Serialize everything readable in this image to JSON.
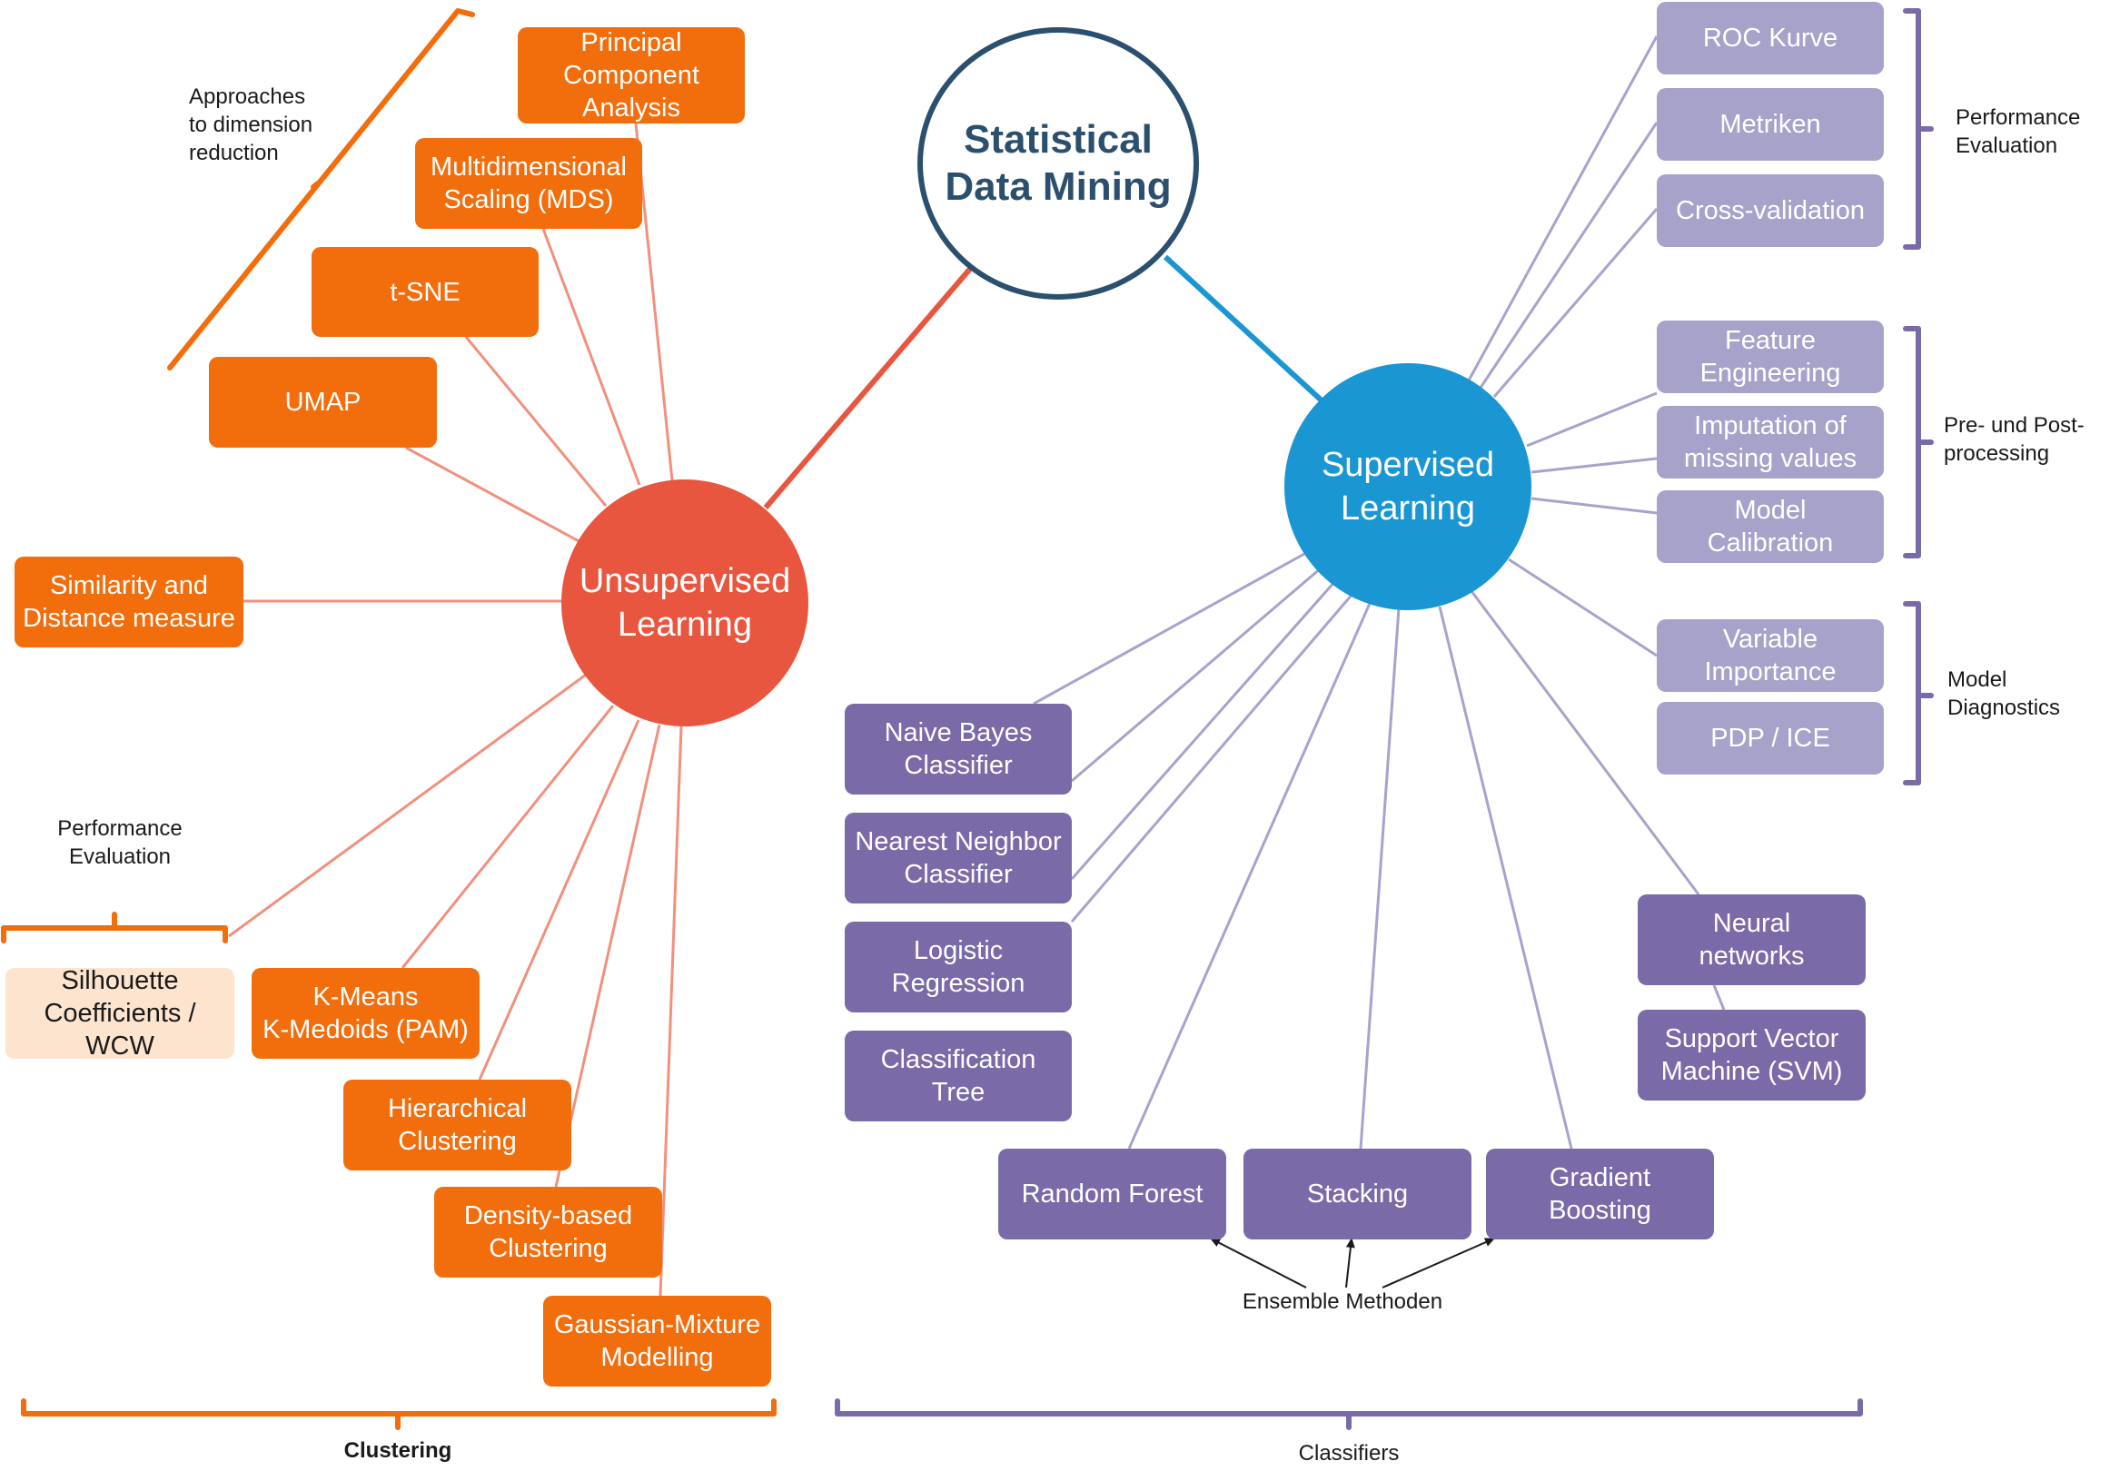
{
  "root": {
    "title": "Statistical\nData Mining",
    "color": "#2b4f6e"
  },
  "unsupervised": {
    "title": "Unsupervised\nLearning",
    "color": "#e85640",
    "box_color": "#f26d0c",
    "items": [
      "Principal\nComponent\nAnalysis",
      "Multidimensional\nScaling (MDS)",
      "t-SNE",
      "UMAP",
      "Similarity and\nDistance measure",
      "K-Means\nK-Medoids (PAM)",
      "Hierarchical\nClustering",
      "Density-based\nClustering",
      "Gaussian-Mixture\nModelling"
    ],
    "performance_item": "Silhouette\nCoefficients /\nWCW"
  },
  "supervised": {
    "title": "Supervised\nLearning",
    "color": "#1a96d2",
    "classifier_color": "#7a6ba8",
    "helper_color": "#a7a2c9",
    "classifiers": [
      "Naive Bayes\nClassifier",
      "Nearest Neighbor\nClassifier",
      "Logistic\nRegression",
      "Classification\nTree",
      "Random Forest",
      "Stacking",
      "Gradient\nBoosting",
      "Neural\nnetworks",
      "Support Vector\nMachine (SVM)"
    ],
    "performance": [
      "ROC Kurve",
      "Metriken",
      "Cross-validation"
    ],
    "processing": [
      "Feature\nEngineering",
      "Imputation of\nmissing values",
      "Model\nCalibration"
    ],
    "diagnostics": [
      "Variable\nImportance",
      "PDP / ICE"
    ]
  },
  "labels": {
    "dim_reduction": "Approaches\nto dimension\nreduction",
    "unsup_performance": "Performance\nEvaluation",
    "clustering": "Clustering",
    "classifiers": "Classifiers",
    "ensemble": "Ensemble Methoden",
    "sup_performance": "Performance\nEvaluation",
    "processing": "Pre- und Post-\nprocessing",
    "diagnostics": "Model\nDiagnostics"
  }
}
